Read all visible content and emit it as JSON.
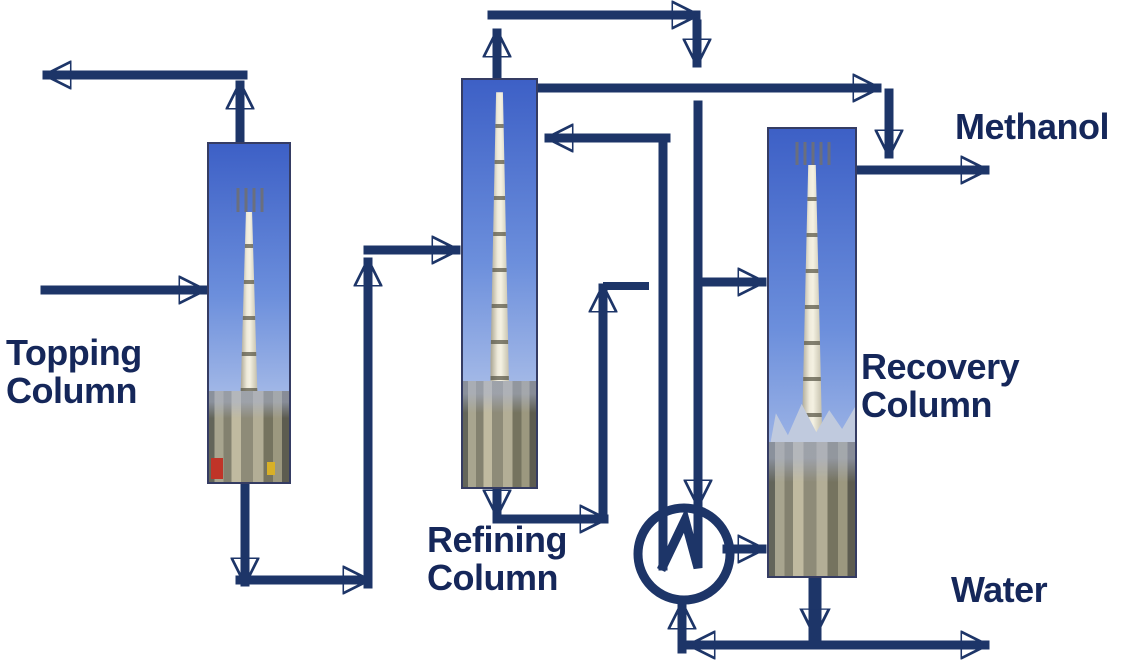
{
  "labels": {
    "topping": {
      "line1": "Topping",
      "line2": "Column"
    },
    "refining": {
      "line1": "Refining",
      "line2": "Column"
    },
    "recovery": {
      "line1": "Recovery",
      "line2": "Column"
    },
    "methanol": "Methanol",
    "water": "Water"
  },
  "equipment": {
    "heat_exchanger_icon": "heat-exchanger-circle-zigzag-icon"
  },
  "colors": {
    "arrow": "#1d3568",
    "label": "#15275a",
    "sky-top": "#3d60c6",
    "sky-mid": "#6c8fdc",
    "sky-bottom": "#a9bde8"
  }
}
